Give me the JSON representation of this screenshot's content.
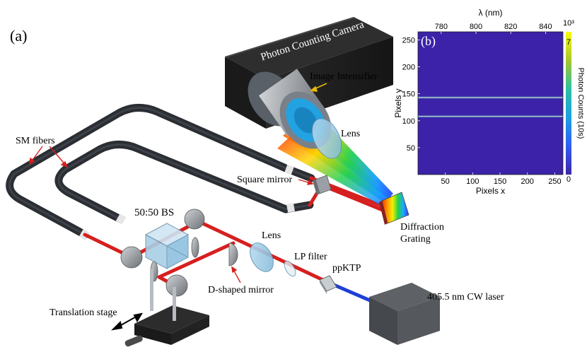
{
  "panel_a": {
    "label": "(a)",
    "labels": {
      "camera": "Photon Counting Camera",
      "intensifier": "Image Intensifier",
      "sm_fibers": "SM fibers",
      "lens_top": "Lens",
      "square_mirror": "Square mirror",
      "beam_splitter": "50:50 BS",
      "grating_1": "Diffraction",
      "grating_2": "Grating",
      "lens_bottom": "Lens",
      "lp_filter": "LP filter",
      "ppktp": "ppKTP",
      "laser": "405.5 nm CW laser",
      "d_mirror": "D-shaped mirror",
      "translation_stage": "Translation stage"
    },
    "colors": {
      "fiber": "#2b2e33",
      "beam_red": "#d61f1f",
      "beam_blue": "#1f3fd6",
      "box": "#3a3a3a"
    }
  },
  "panel_b": {
    "label": "(b)",
    "top_axis_label": "λ (nm)",
    "top_ticks": [
      "780",
      "800",
      "820",
      "840"
    ],
    "colorbar_title": "Photon Counts (10s)",
    "colorbar_exponent": "10³",
    "colorbar_ticks": [
      "7",
      "0"
    ]
  },
  "chart_data": {
    "type": "heatmap",
    "xlabel": "Pixels x",
    "ylabel": "Pixels y",
    "xlim": [
      0,
      265
    ],
    "ylim": [
      0,
      265
    ],
    "xticks": [
      50,
      100,
      150,
      200,
      250
    ],
    "yticks": [
      50,
      100,
      150,
      200,
      250
    ],
    "top_axis": {
      "label": "λ (nm)",
      "ticks": [
        780,
        800,
        820,
        840
      ]
    },
    "colorbar": {
      "label": "Photon Counts (10s)",
      "min": 0,
      "max": 7000,
      "exponent": "10³"
    },
    "features": [
      {
        "type": "horizontal_line",
        "y": 143,
        "relative_intensity": 0.6
      },
      {
        "type": "horizontal_line",
        "y": 108,
        "relative_intensity": 0.55
      }
    ],
    "background_color": "#3b22a8"
  }
}
